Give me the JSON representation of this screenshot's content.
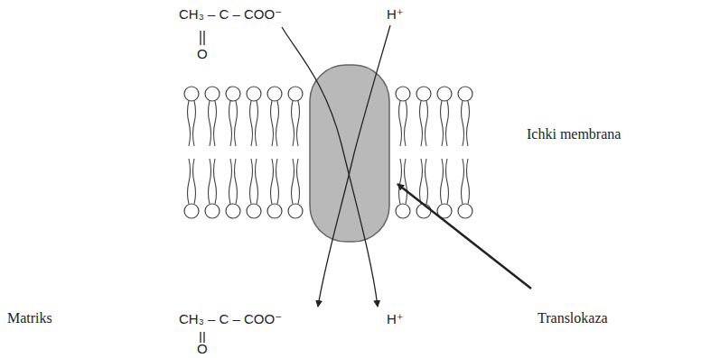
{
  "diagram": {
    "labels": [
      "CH₃ – C – COO⁻",
      "O",
      "H⁺",
      "Ichki membrana",
      "Matriks",
      "CH₃ – C – COO⁻",
      "O",
      "H⁺",
      "Translokaza"
    ]
  }
}
